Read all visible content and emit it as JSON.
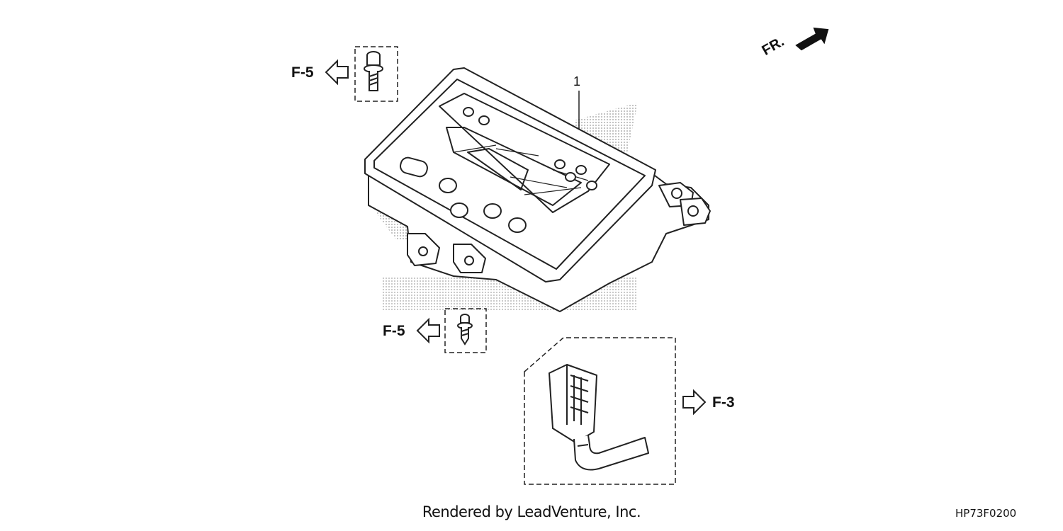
{
  "references": {
    "ref_top": "F-5",
    "ref_mid": "F-5",
    "ref_right": "F-3"
  },
  "callouts": {
    "part_1": "1"
  },
  "orientation": {
    "label": "FR."
  },
  "footer": {
    "credit": "Rendered by LeadVenture, Inc.",
    "diagram_code": "HP73F0200"
  }
}
